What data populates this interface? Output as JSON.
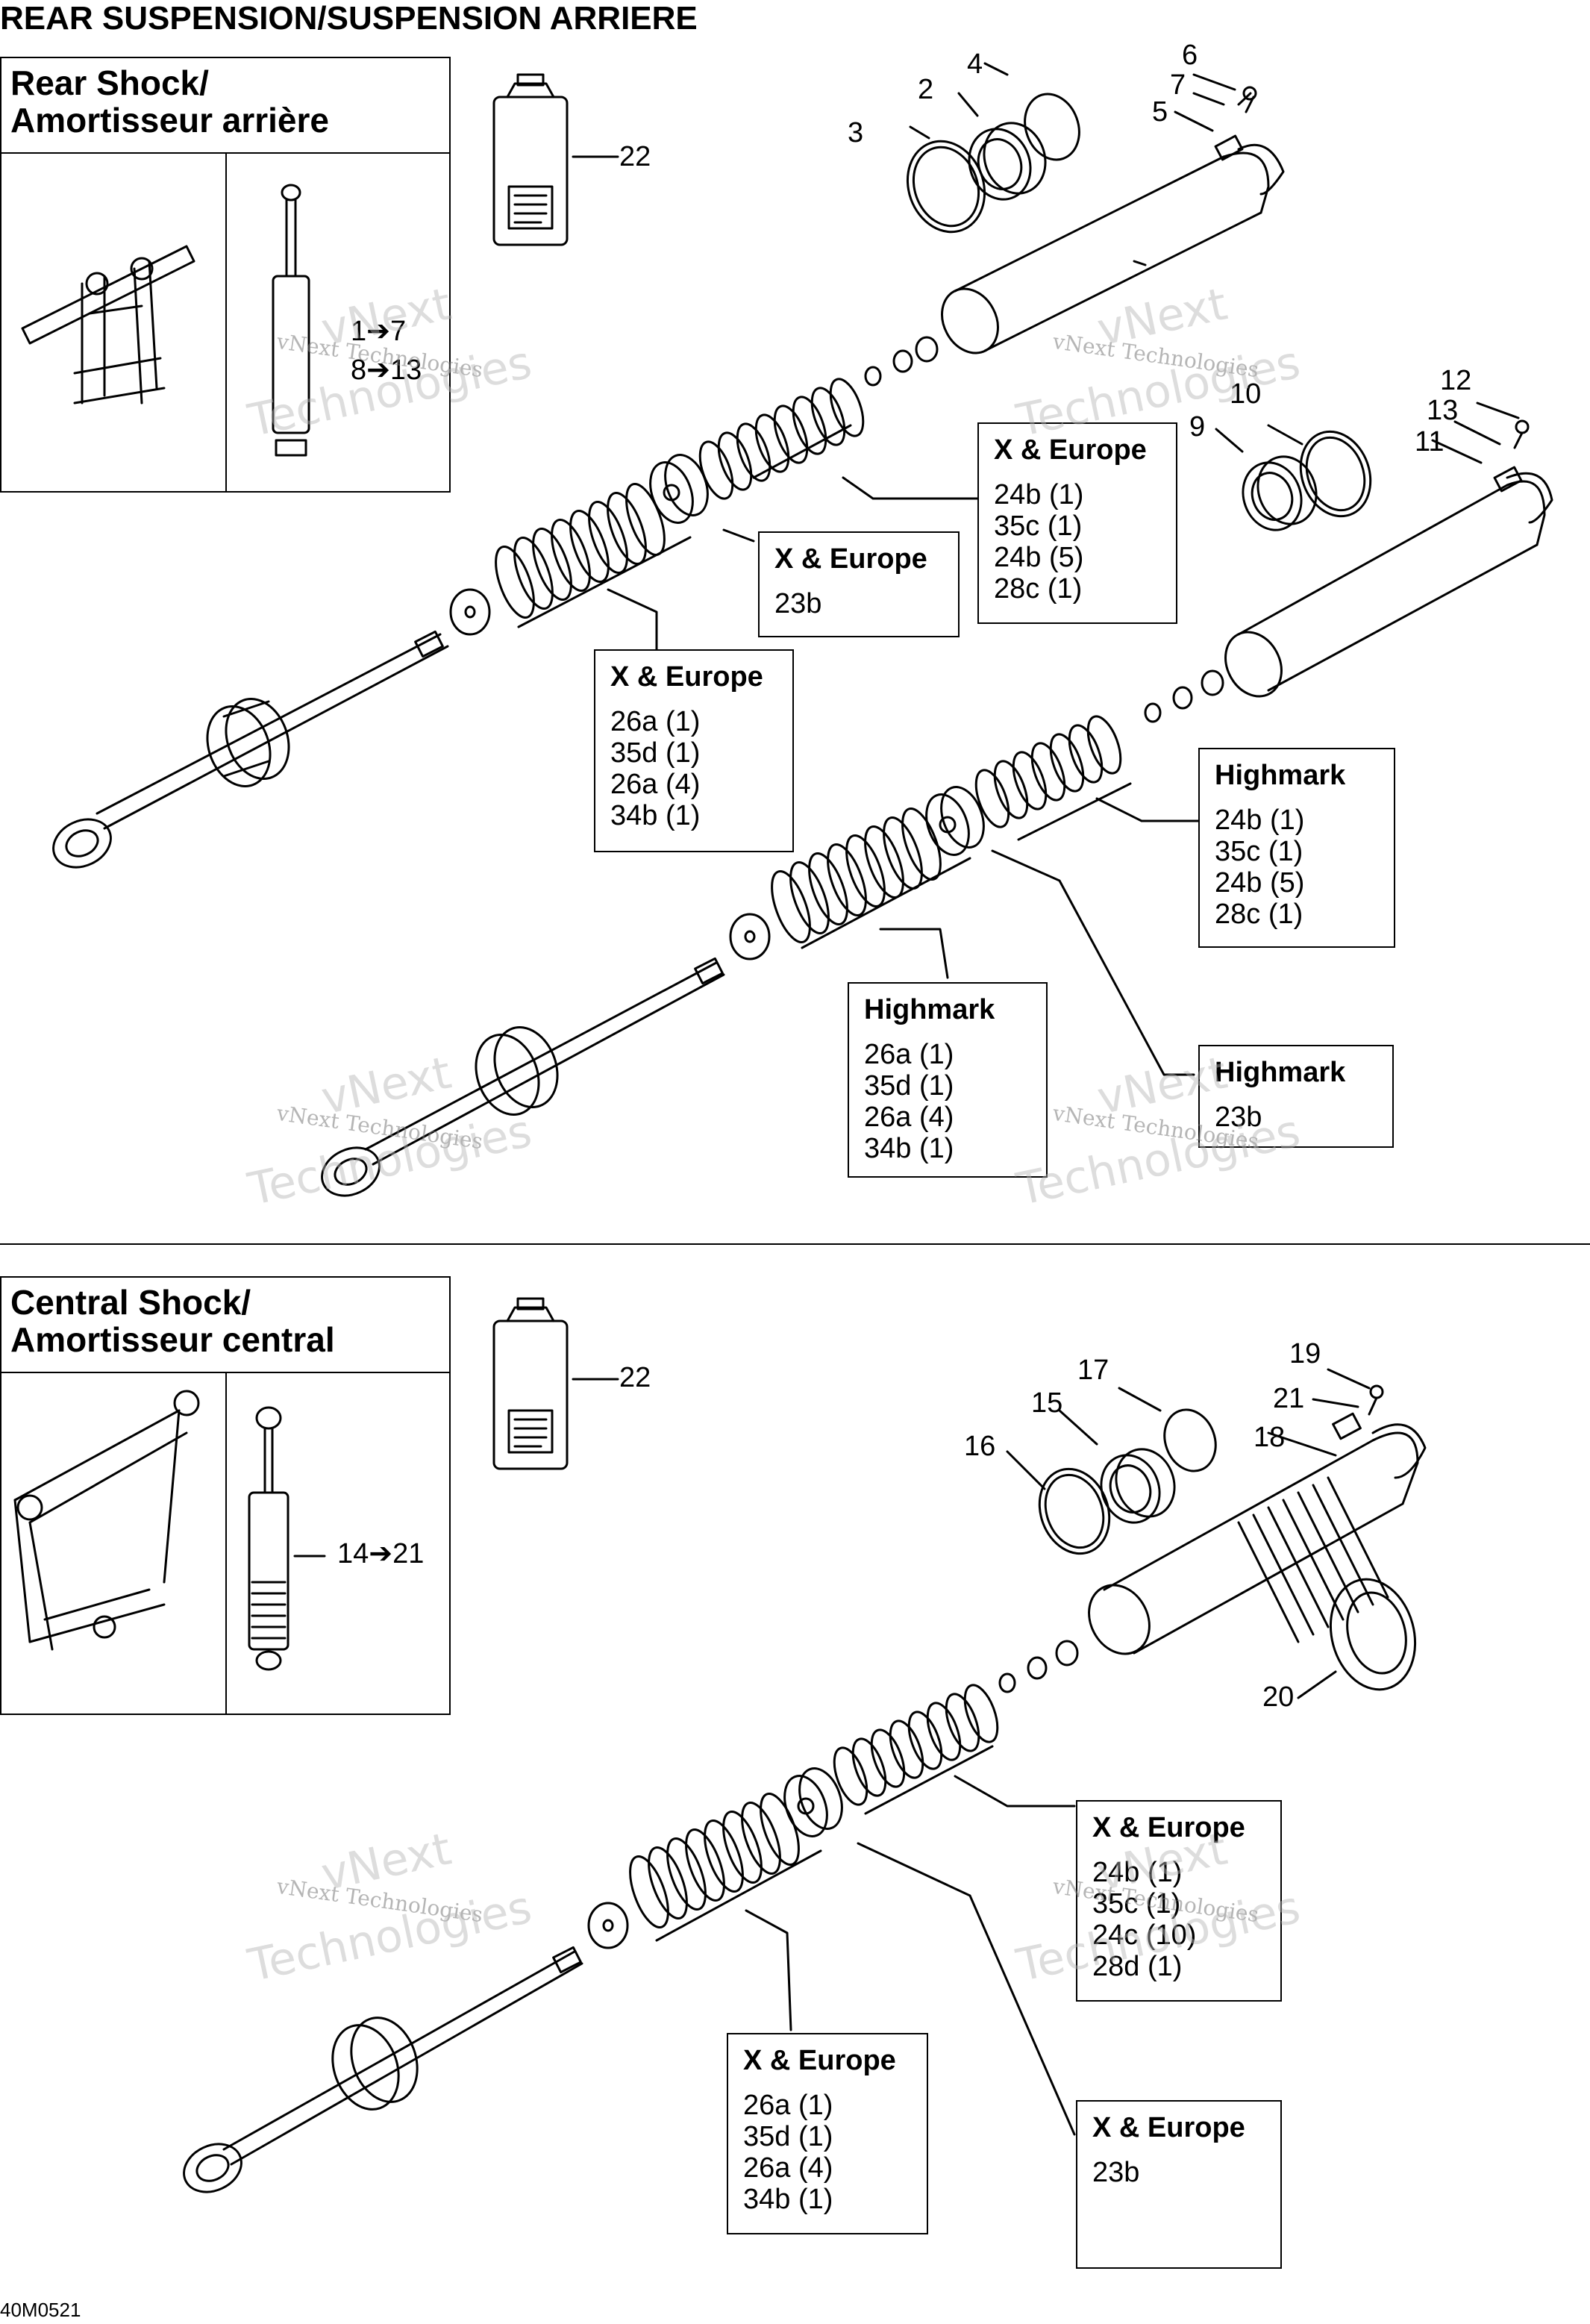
{
  "title": "REAR SUSPENSION/SUSPENSION ARRIERE",
  "document_code": "40M0521",
  "panels": {
    "rear": {
      "heading_line1": "Rear Shock/",
      "heading_line2": "Amortisseur arrière",
      "range_label": "1➔7\n8➔13",
      "range_line1": "1➔7",
      "range_line2": "8➔13"
    },
    "central": {
      "heading_line1": "Central Shock/",
      "heading_line2": "Amortisseur central",
      "range_label": "14➔21"
    }
  },
  "part_numbers": {
    "p1": "2",
    "p2": "3",
    "p3": "4",
    "p4": "5",
    "p5": "6",
    "p6": "7",
    "p7": "9",
    "p8": "10",
    "p9": "11",
    "p10": "12",
    "p11": "13",
    "p12": "15",
    "p13": "16",
    "p14": "17",
    "p15": "18",
    "p16": "19",
    "p17": "20",
    "p18": "21",
    "p19": "22",
    "p20": "22"
  },
  "callouts": {
    "c1": {
      "header": "X & Europe",
      "items": [
        "24b (1)",
        "35c (1)",
        "24b (5)",
        "28c (1)"
      ]
    },
    "c2": {
      "header": "X & Europe",
      "items": [
        "23b"
      ]
    },
    "c3": {
      "header": "X & Europe",
      "items": [
        "26a (1)",
        "35d (1)",
        "26a (4)",
        "34b (1)"
      ]
    },
    "c4": {
      "header": "Highmark",
      "items": [
        "24b (1)",
        "35c (1)",
        "24b (5)",
        "28c (1)"
      ]
    },
    "c5": {
      "header": "Highmark",
      "items": [
        "26a (1)",
        "35d (1)",
        "26a (4)",
        "34b (1)"
      ]
    },
    "c6": {
      "header": "Highmark",
      "items": [
        "23b"
      ]
    },
    "c7": {
      "header": "X & Europe",
      "items": [
        "24b (1)",
        "35c (1)",
        "24c (10)",
        "28d (1)"
      ]
    },
    "c8": {
      "header": "X & Europe",
      "items": [
        "26a (1)",
        "35d (1)",
        "26a (4)",
        "34b (1)"
      ]
    },
    "c9": {
      "header": "X & Europe",
      "items": [
        "23b"
      ]
    }
  },
  "watermark": {
    "small_text": "vNext Technologies",
    "big_line1": "vNext",
    "big_line2": "Technologies"
  }
}
